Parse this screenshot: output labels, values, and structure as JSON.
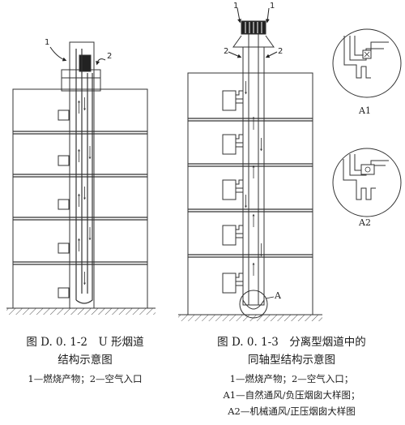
{
  "left_figure": {
    "title_line1": "图 D. 0. 1-2　U 形烟道",
    "title_line2": "结构示意图",
    "legend": "1—燃烧产物；2—空气入口",
    "marker_1": "1",
    "marker_2": "2"
  },
  "right_figure": {
    "title_line1": "图 D. 0. 1-3　分离型烟道中的",
    "title_line2": "同轴型结构示意图",
    "legend_line1": "1—燃烧产物；2—空气入口；",
    "legend_line2": "A1—自然通风/负压烟囱大样图；",
    "legend_line3": "A2—机械通风/正压烟囱大样图",
    "marker_1a": "1",
    "marker_1b": "1",
    "marker_2a": "2",
    "marker_2b": "2",
    "marker_A": "A"
  },
  "details": {
    "a1_label": "A1",
    "a2_label": "A2"
  }
}
